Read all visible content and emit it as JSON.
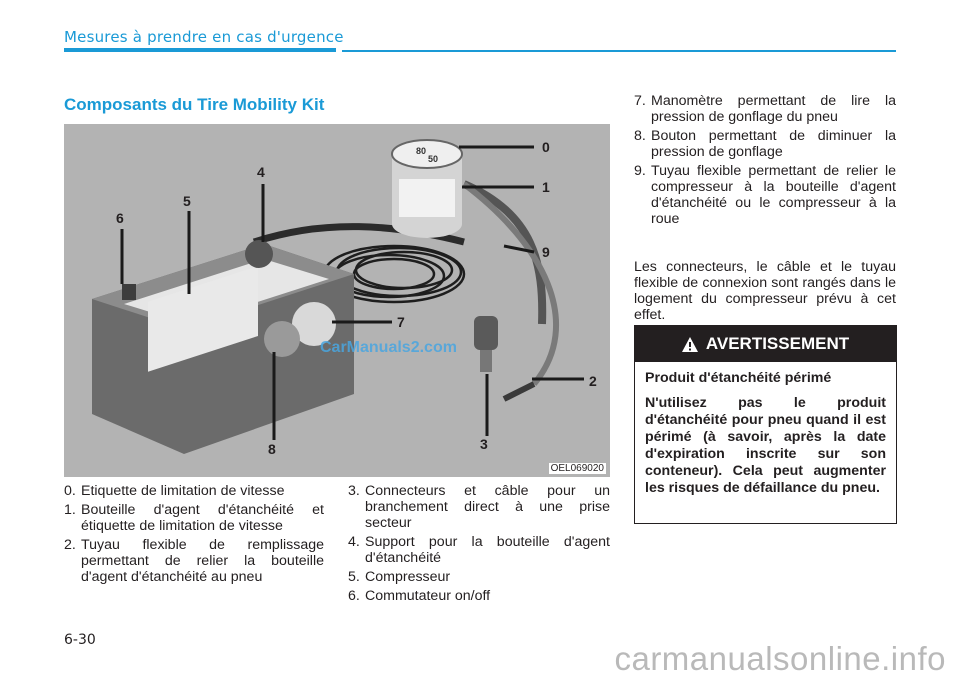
{
  "header": {
    "title": "Mesures à prendre en cas d'urgence"
  },
  "section": {
    "title": "Composants du Tire Mobility Kit"
  },
  "figure": {
    "code": "OEL069020",
    "watermark": "CarManuals2.com",
    "callouts": [
      "0",
      "1",
      "2",
      "3",
      "4",
      "5",
      "6",
      "7",
      "8",
      "9"
    ],
    "gauge_marks": [
      "80",
      "50"
    ]
  },
  "components_col1": [
    {
      "num": "0.",
      "text": "Etiquette de limitation de vitesse"
    },
    {
      "num": "1.",
      "text": "Bouteille d'agent d'étanchéité et étiquette de limitation de vitesse"
    },
    {
      "num": "2.",
      "text": "Tuyau flexible de remplissage permettant de relier la bouteille d'agent d'étanchéité au pneu"
    }
  ],
  "components_col2": [
    {
      "num": "3.",
      "text": "Connecteurs et câble pour un branchement direct à une prise secteur"
    },
    {
      "num": "4.",
      "text": "Support pour la bouteille d'agent d'étanchéité"
    },
    {
      "num": "5.",
      "text": "Compresseur"
    },
    {
      "num": "6.",
      "text": "Commutateur on/off"
    }
  ],
  "components_col3": [
    {
      "num": "7.",
      "text": "Manomètre permettant de lire la pression de gonflage du pneu"
    },
    {
      "num": "8.",
      "text": "Bouton permettant de diminuer la pression de gonflage"
    },
    {
      "num": "9.",
      "text": "Tuyau flexible permettant de relier le compresseur à la bouteille d'agent d'étanchéité ou le compresseur à la roue"
    }
  ],
  "storage_note": "Les connecteurs, le câble et le tuyau flexible de connexion sont rangés dans le logement du compresseur prévu à cet effet.",
  "warning": {
    "heading": "AVERTISSEMENT",
    "subtitle": "Produit d'étanchéité périmé",
    "body": "N'utilisez pas le produit d'étanchéité pour pneu quand il est périmé (à savoir, après la date d'expiration inscrite sur son conteneur). Cela peut augmenter les risques de défaillance du pneu."
  },
  "page_number": "6-30",
  "site_watermark": "carmanualsonline.info"
}
